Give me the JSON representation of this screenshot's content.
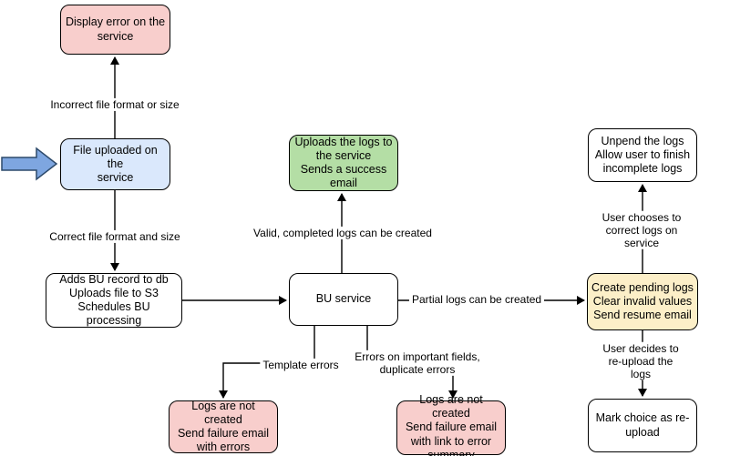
{
  "diagram": {
    "nodes": {
      "display_error": {
        "label": "Display error on the\nservice"
      },
      "file_uploaded": {
        "label": "File uploaded on the\nservice"
      },
      "adds_bu_record": {
        "label": "Adds BU record to db\nUploads file to S3\nSchedules BU processing"
      },
      "bu_service": {
        "label": "BU service"
      },
      "uploads_logs": {
        "label": "Uploads the logs to\nthe service\nSends a success\nemail"
      },
      "logs_not_created_errors": {
        "label": "Logs are not created\nSend failure email\nwith errors"
      },
      "logs_not_created_summary": {
        "label": "Logs are not created\nSend failure email\nwith link to error\nsummary"
      },
      "create_pending_logs": {
        "label": "Create pending logs\nClear invalid values\nSend resume email"
      },
      "unpend_logs": {
        "label": "Unpend the logs\nAllow user to finish\nincomplete logs"
      },
      "mark_reupload": {
        "label": "Mark choice as re-\nupload"
      }
    },
    "edge_labels": {
      "incorrect_format": "Incorrect file format or size",
      "correct_format": "Correct file format and size",
      "valid_completed": "Valid, completed logs can be created",
      "partial_logs": "Partial logs can be created",
      "template_errors": "Template errors",
      "important_field_errors": "Errors on important fields,\nduplicate errors",
      "user_corrects": "User chooses to correct logs on service",
      "user_reuploads": "User decides to re-upload the logs"
    },
    "colors": {
      "white": "#FFFFFF",
      "pink": "#F8CECC",
      "blue": "#DAE8FC",
      "green": "#B4DEA5",
      "yellow": "#FCEFC8",
      "arrow_fill": "#7EA6E0",
      "arrow_stroke": "#2D4A6B",
      "line": "#000000"
    }
  }
}
